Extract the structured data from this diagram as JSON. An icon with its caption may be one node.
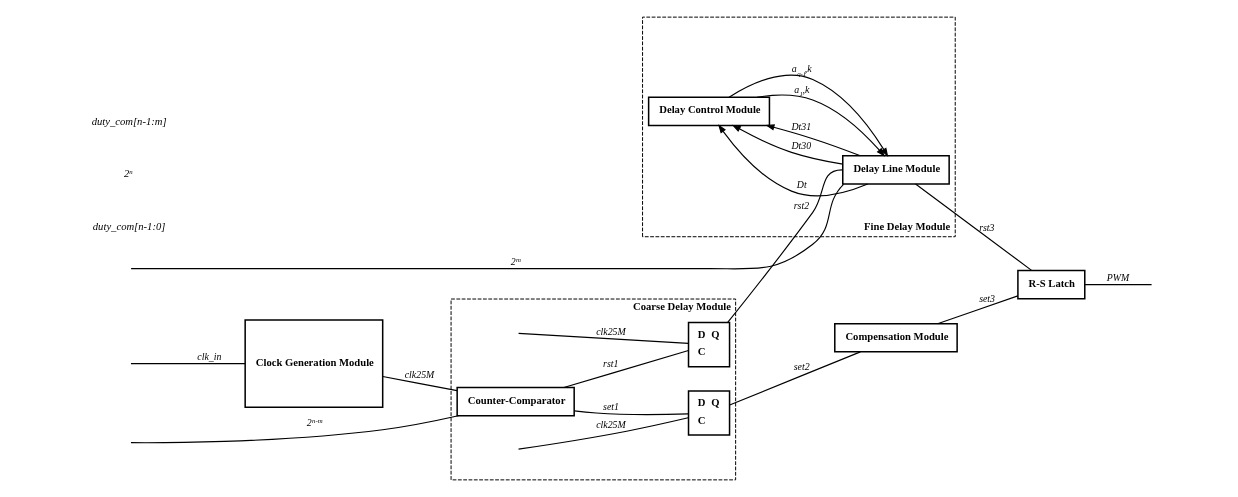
{
  "diagram": {
    "nodes": [
      {
        "text": [
          "Coarse Delay Module"
        ]
      },
      {
        "text": [
          "Clock Generation Module"
        ]
      },
      {
        "text": [
          "Counter-Comparator"
        ],
        "in": 0
      },
      {
        "text": [
          "D",
          "Q",
          "C"
        ],
        "in": 0
      },
      {
        "text": [
          "D",
          "Q",
          "C"
        ],
        "in": 0
      },
      {
        "text": [
          "Compensation Module"
        ]
      },
      {
        "text": [
          "Fine Delay Module"
        ]
      },
      {
        "text": [
          "Delay Control Module"
        ],
        "in": 6
      },
      {
        "text": [
          "Delay Line Module"
        ],
        "in": 6
      },
      {
        "text": [
          "R-S Latch"
        ]
      }
    ],
    "edges": [
      {
        "from": null,
        "to": 1,
        "arrow": "none",
        "label": "clk_in"
      },
      {
        "from": 1,
        "to": 2,
        "arrow": "none",
        "label": "clk25M"
      },
      {
        "from": 2,
        "to": 3,
        "arrow": "none",
        "label": "set1"
      },
      {
        "from": null,
        "to": 3,
        "arrow": "none",
        "label": "clk25M"
      },
      {
        "from": 3,
        "to": 5,
        "arrow": "none",
        "label": "set2"
      },
      {
        "from": 2,
        "to": 4,
        "arrow": "none",
        "label": "rst1"
      },
      {
        "from": null,
        "to": 4,
        "arrow": "none",
        "label": "clk25M"
      },
      {
        "from": 4,
        "to": 8,
        "arrow": "none",
        "label": "rst2"
      },
      {
        "from": 5,
        "to": 9,
        "arrow": "none",
        "label": "set3"
      },
      {
        "from": 8,
        "to": 9,
        "arrow": "none",
        "label": "rst3"
      },
      {
        "from": 9,
        "to": null,
        "arrow": "none",
        "label": "PWM"
      },
      {
        "from": 8,
        "to": 7,
        "arrow": "to",
        "label": "Dt"
      },
      {
        "from": 7,
        "to": 8,
        "arrow": "to",
        "label": "a$_{1}$,k"
      },
      {
        "from": 7,
        "to": 8,
        "arrow": "to",
        "label": "a$_{q-1}$,k"
      },
      {
        "from": 8,
        "to": 7,
        "arrow": "to",
        "label": "Dt30"
      },
      {
        "from": 8,
        "to": 7,
        "arrow": "to",
        "label": "Dt31"
      },
      {
        "from": null,
        "to": 2,
        "arrow": "none",
        "label": "2$^{n-m}$"
      },
      {
        "from": null,
        "to": 8,
        "arrow": "none",
        "label": "2$^{m}$"
      }
    ],
    "labels": [
      "duty_com[n-1:0]",
      "2$^{n}$",
      "duty_com[n-1:m]"
    ]
  }
}
